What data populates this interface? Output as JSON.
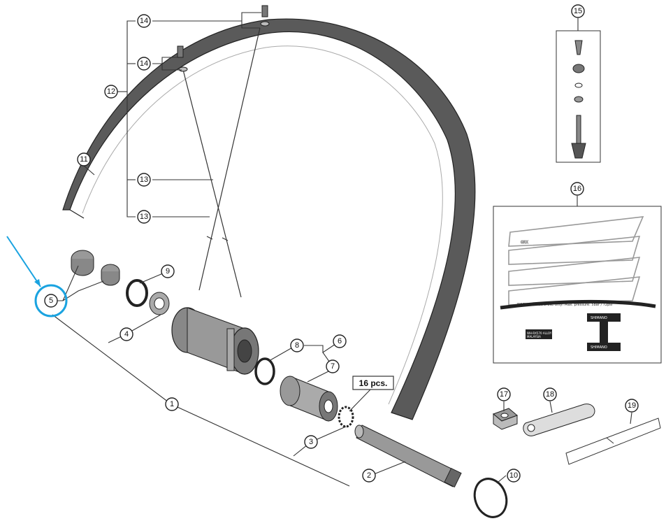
{
  "callouts": [
    {
      "id": "c1",
      "label": "1"
    },
    {
      "id": "c2",
      "label": "2"
    },
    {
      "id": "c3",
      "label": "3"
    },
    {
      "id": "c4",
      "label": "4"
    },
    {
      "id": "c5",
      "label": "5"
    },
    {
      "id": "c6",
      "label": "6"
    },
    {
      "id": "c7",
      "label": "7"
    },
    {
      "id": "c8",
      "label": "8"
    },
    {
      "id": "c9",
      "label": "9"
    },
    {
      "id": "c10",
      "label": "10"
    },
    {
      "id": "c11",
      "label": "11"
    },
    {
      "id": "c12",
      "label": "12"
    },
    {
      "id": "c13a",
      "label": "13"
    },
    {
      "id": "c13b",
      "label": "13"
    },
    {
      "id": "c14a",
      "label": "14"
    },
    {
      "id": "c14b",
      "label": "14"
    },
    {
      "id": "c15",
      "label": "15"
    },
    {
      "id": "c16",
      "label": "16"
    },
    {
      "id": "c17",
      "label": "17"
    },
    {
      "id": "c18",
      "label": "18"
    },
    {
      "id": "c19",
      "label": "19"
    }
  ],
  "spoke_count_label": "16 pcs.",
  "decal": {
    "logo": "GRX",
    "warning": "WARNING  Disc brake only!  Max. pressure: 5bar / 72psi",
    "rim_label_1": "WH-RX570 ALLOY",
    "rim_label_2": "MALAYSIA",
    "vertical_label_top": "SHIMANO",
    "vertical_label_bottom": "SHIMANO"
  },
  "highlight": {
    "target_label": "5",
    "color": "#1aa3e0"
  },
  "colors": {
    "line": "#333333",
    "rim_fill": "#555555",
    "highlight": "#1aa3e0"
  }
}
